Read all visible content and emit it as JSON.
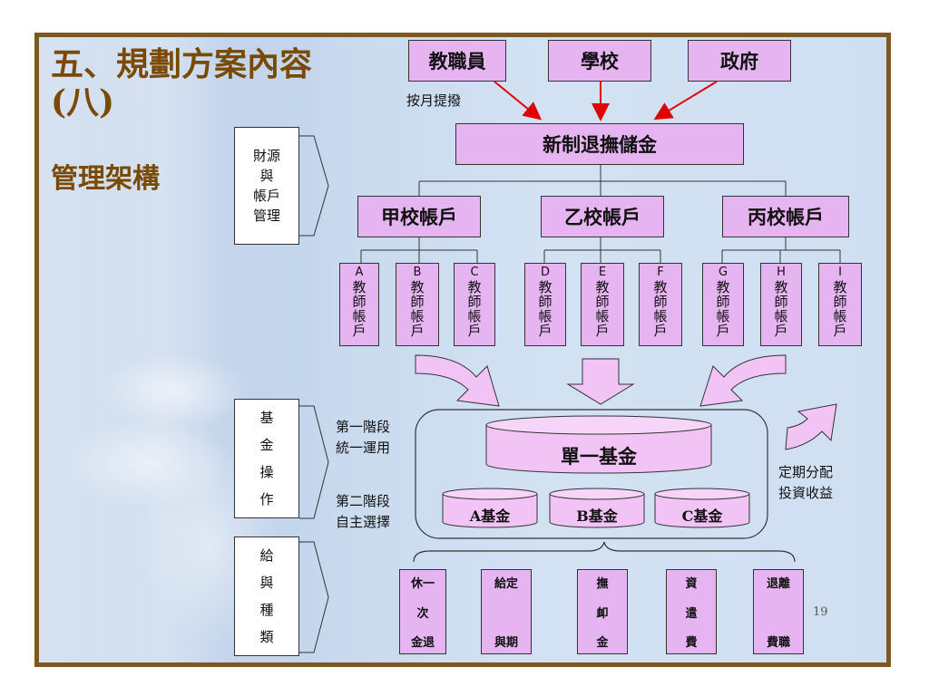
{
  "title": {
    "line1": "五、規劃方案內容",
    "line2": "(八)",
    "subtitle": "管理架構"
  },
  "sources": [
    "教職員",
    "學校",
    "政府"
  ],
  "monthly_label": "按月提撥",
  "central_fund": "新制退撫儲金",
  "school_accounts": [
    "甲校帳戶",
    "乙校帳戶",
    "丙校帳戶"
  ],
  "teacher_accounts": [
    {
      "letter": "A",
      "chars": [
        "教",
        "師",
        "帳",
        "戶"
      ]
    },
    {
      "letter": "B",
      "chars": [
        "教",
        "師",
        "帳",
        "戶"
      ]
    },
    {
      "letter": "C",
      "chars": [
        "教",
        "師",
        "帳",
        "戶"
      ]
    },
    {
      "letter": "D",
      "chars": [
        "教",
        "師",
        "帳",
        "戶"
      ]
    },
    {
      "letter": "E",
      "chars": [
        "教",
        "師",
        "帳",
        "戶"
      ]
    },
    {
      "letter": "F",
      "chars": [
        "教",
        "師",
        "帳",
        "戶"
      ]
    },
    {
      "letter": "G",
      "chars": [
        "教",
        "師",
        "帳",
        "戶"
      ]
    },
    {
      "letter": "H",
      "chars": [
        "教",
        "師",
        "帳",
        "戶"
      ]
    },
    {
      "letter": "I",
      "chars": [
        "教",
        "師",
        "帳",
        "戶"
      ]
    }
  ],
  "left_labels": [
    {
      "chars": [
        "財源",
        "與",
        "帳戶",
        "管理"
      ]
    },
    {
      "chars": [
        "基",
        "金",
        "操",
        "作"
      ]
    },
    {
      "chars": [
        "給",
        "與",
        "種",
        "類"
      ]
    }
  ],
  "phase1": {
    "line1": "第一階段",
    "line2": "統一運用"
  },
  "phase2": {
    "line1": "第二階段",
    "line2": "自主選擇"
  },
  "single_fund": "單一基金",
  "sub_funds": [
    "A基金",
    "B基金",
    "C基金"
  ],
  "return_label": {
    "line1": "定期分配",
    "line2": "投資收益"
  },
  "payouts": [
    {
      "top": "休一",
      "mid": "次",
      "bottom": "金退"
    },
    {
      "top": "給定",
      "mid": "",
      "bottom": "與期"
    },
    {
      "top": "撫",
      "mid": "卹",
      "bottom": "金"
    },
    {
      "top": "資",
      "mid": "遣",
      "bottom": "費"
    },
    {
      "top": "退離",
      "mid": "",
      "bottom": "費職"
    }
  ],
  "page_number": "19",
  "colors": {
    "box_fill": "#e6b4f0",
    "title": "#7a4a00",
    "arrow_red": "#e00000",
    "frame": "#7a5a22"
  }
}
